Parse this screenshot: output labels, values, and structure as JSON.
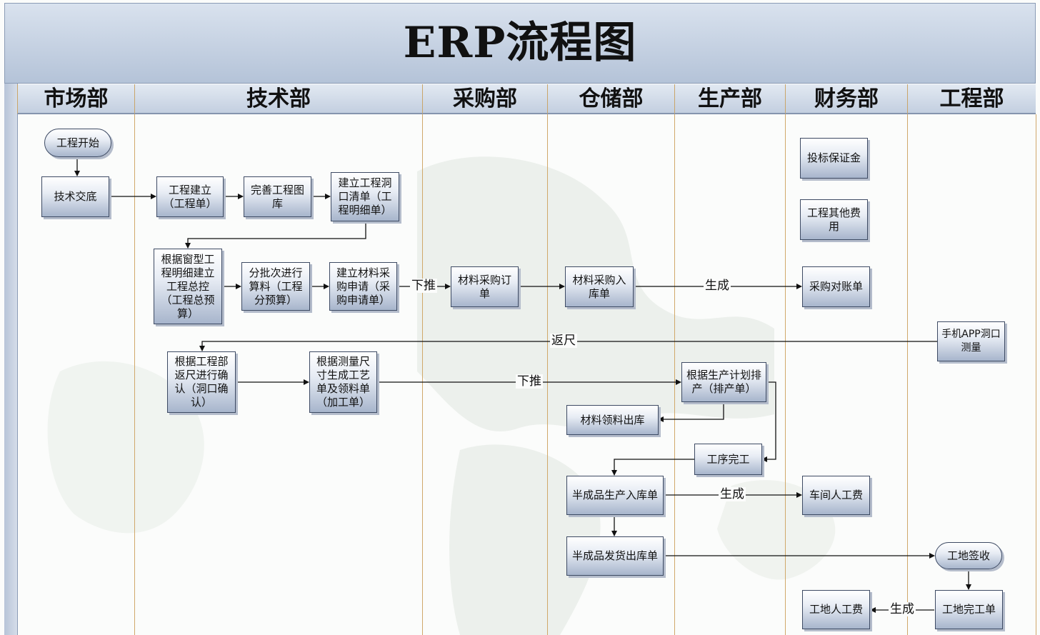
{
  "title": "ERP流程图",
  "lanes": [
    "市场部",
    "技术部",
    "采购部",
    "仓储部",
    "生产部",
    "财务部",
    "工程部"
  ],
  "nodes": {
    "start": "工程开始",
    "tech_handover": "技术交底",
    "project_create": "工程建立\n（工程单）",
    "drawing_lib": "完善工程图\n库",
    "opening_list": "建立工程洞\n口清单（工\n程明细单）",
    "total_budget": "根据窗型工\n程明细建立\n工程总控\n（工程总预\n算）",
    "batch_calc": "分批次进行\n算料（工程\n分预算）",
    "purchase_request": "建立材料采\n购申请（采\n购申请单）",
    "purchase_order": "材料采购订\n单",
    "purchase_receipt": "材料采购入\n库单",
    "reconciliation": "采购对账单",
    "bid_deposit": "投标保证金",
    "other_fees": "工程其他费\n用",
    "app_measure": "手机APP洞口\n测量",
    "confirm_measure": "根据工程部\n返尺进行确\n认（洞口确\n认）",
    "process_sheet": "根据测量尺\n寸生成工艺\n单及领料单\n（加工单）",
    "schedule": "根据生产计划排\n产（排产单）",
    "material_issue": "材料领料出库",
    "process_done": "工序完工",
    "semi_in": "半成品生产入库单",
    "workshop_labor": "车间人工费",
    "semi_out": "半成品发货出库单",
    "site_sign": "工地签收",
    "site_done": "工地完工单",
    "site_labor": "工地人工费"
  },
  "edge_labels": {
    "push1": "下推",
    "gen1": "生成",
    "return_size": "返尺",
    "push2": "下推",
    "gen2": "生成",
    "gen3": "生成"
  }
}
